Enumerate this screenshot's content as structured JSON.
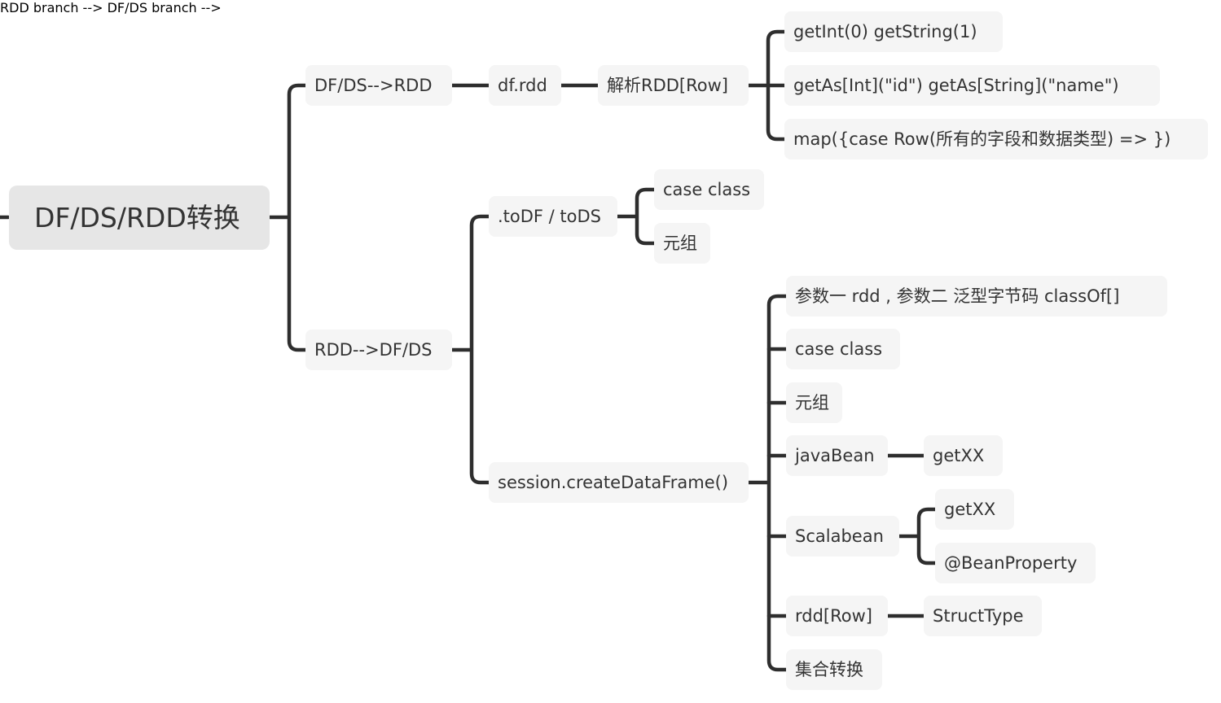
{
  "root": {
    "label": "DF/DS/RDD转换"
  },
  "df_to_rdd": {
    "label": "DF/DS-->RDD",
    "df_rdd": "df.rdd",
    "parse": "解析RDD[Row]",
    "methods": [
      "getInt(0)   getString(1)",
      "getAs[Int](\"id\")   getAs[String](\"name\")",
      "map({case  Row(所有的字段和数据类型) => })"
    ]
  },
  "rdd_to_df": {
    "label": "RDD-->DF/DS",
    "todf": {
      "label": ".toDF / toDS",
      "children": [
        "case class",
        "元组"
      ]
    },
    "create": {
      "label": "session.createDataFrame()",
      "children": [
        "参数一 rdd , 参数二 泛型字节码  classOf[]",
        "case class",
        "元组",
        "javaBean",
        "Scalabean",
        "rdd[Row]",
        "集合转换"
      ],
      "javabean_child": "getXX",
      "scalabean_children": [
        "getXX",
        "@BeanProperty"
      ],
      "rddrow_child": "StructType"
    }
  },
  "colors": {
    "line": "#2e2e2e",
    "node_bg": "#f5f5f5",
    "root_bg": "#e6e6e6",
    "text": "#333333"
  }
}
